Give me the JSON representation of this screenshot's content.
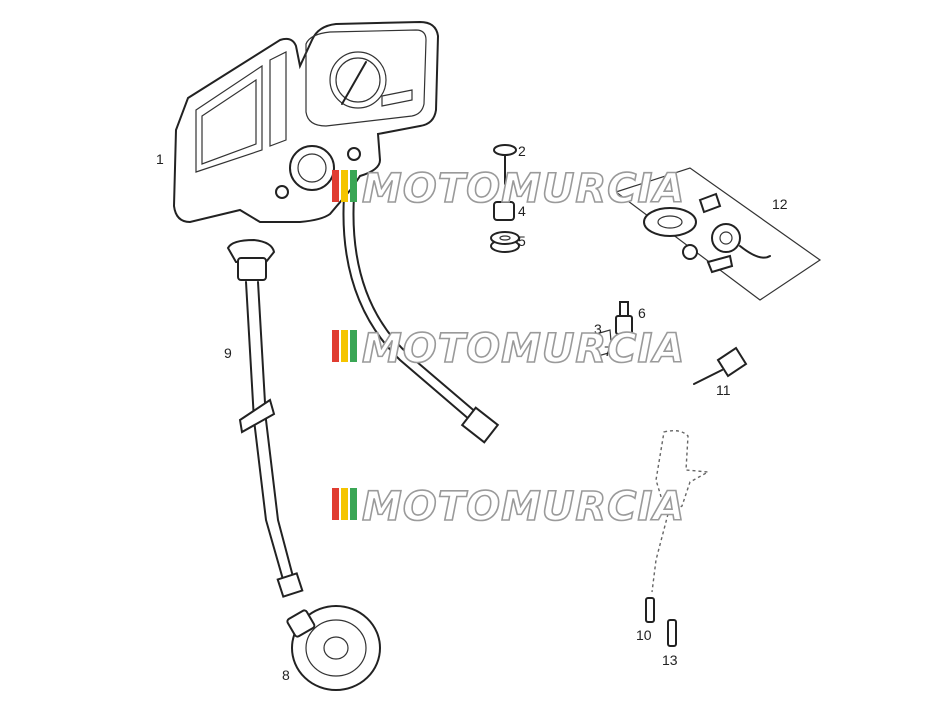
{
  "part_numbers": [
    "1",
    "2",
    "3",
    "4",
    "5",
    "6",
    "7",
    "8",
    "9",
    "10",
    "11",
    "12",
    "13"
  ],
  "watermark": {
    "text": "MOTOMURCIA",
    "colors": [
      "#e03c31",
      "#f5c400",
      "#3aa655"
    ]
  }
}
